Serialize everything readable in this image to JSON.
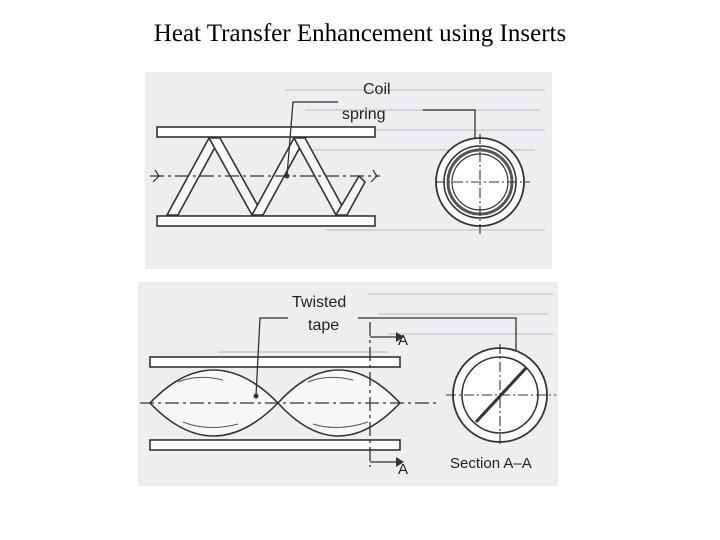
{
  "title": "Heat Transfer Enhancement using Inserts",
  "top_panel": {
    "label_line1": "Coil",
    "label_line2": "spring"
  },
  "bottom_panel": {
    "label_line1": "Twisted",
    "label_line2": "tape",
    "section_marker_top": "A",
    "section_marker_bottom": "A",
    "section_caption": "Section A–A"
  }
}
